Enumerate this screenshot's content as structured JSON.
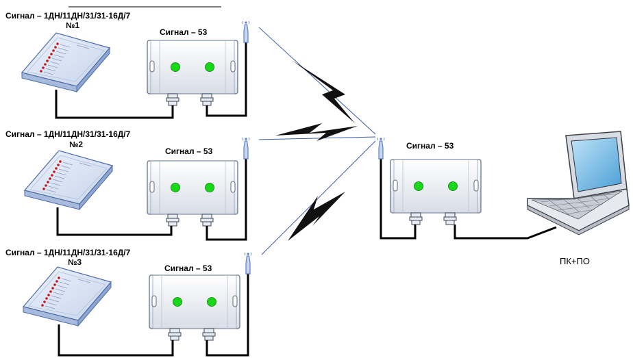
{
  "sensors": [
    {
      "model": "Сигнал – 1ДН/11ДН/31/31-16Д/7",
      "number": "№1"
    },
    {
      "model": "Сигнал – 1ДН/11ДН/31/31-16Д/7",
      "number": "№2"
    },
    {
      "model": "Сигнал – 1ДН/11ДН/31/31-16Д/7",
      "number": "№3"
    }
  ],
  "modems": [
    {
      "label": "Сигнал – 53"
    },
    {
      "label": "Сигнал – 53"
    },
    {
      "label": "Сигнал – 53"
    }
  ],
  "receiver": {
    "label": "Сигнал – 53"
  },
  "computer": {
    "label": "ПК+ПО"
  },
  "colors": {
    "panel_fill": "#c9d7ef",
    "panel_stroke": "#4a6aa8",
    "led_red": "#c0161a",
    "box_stroke": "#5a6a80",
    "led_green": "#18d818",
    "cable": "#000000",
    "antenna": "#5b7fc2"
  }
}
